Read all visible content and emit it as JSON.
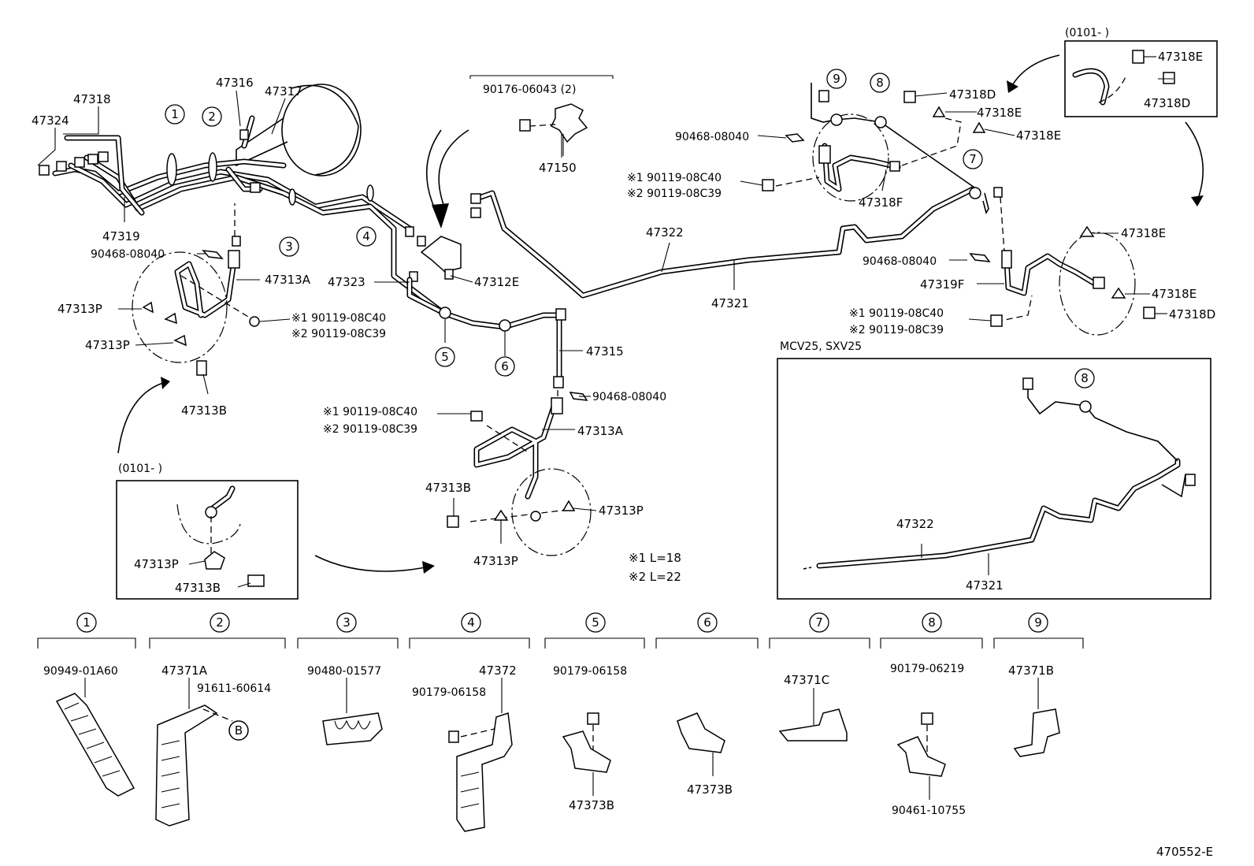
{
  "labels": {
    "p47318": "47318",
    "p47324": "47324",
    "p47316": "47316",
    "p47317": "47317",
    "p47319": "47319",
    "p90468_a": "90468-08040",
    "p47313A_a": "47313A",
    "p47313P_a": "47313P",
    "p47313P_b": "47313P",
    "s1_a": "※1 90119-08C40",
    "s2_a": "※2 90119-08C39",
    "p47313B_a": "47313B",
    "p47323": "47323",
    "p47312E": "47312E",
    "p90176": "90176-06043 (2)",
    "p47150": "47150",
    "p47315": "47315",
    "p90468_b": "90468-08040",
    "s1_b": "※1 90119-08C40",
    "s2_b": "※2 90119-08C39",
    "p47313A_b": "47313A",
    "p47313B_b": "47313B",
    "p47313P_c": "47313P",
    "p47313P_d": "47313P",
    "lnote1": "※1 L=18",
    "lnote2": "※2 L=22",
    "p47322": "47322",
    "p47321": "47321",
    "p90468_c": "90468-08040",
    "s1_c": "※1 90119-08C40",
    "s2_c": "※2 90119-08C39",
    "p47318F": "47318F",
    "p47318D_a": "47318D",
    "p47318E_a": "47318E",
    "p47318E_b": "47318E",
    "p90468_d": "90468-08040",
    "p47319F": "47319F",
    "s1_d": "※1 90119-08C40",
    "s2_d": "※2 90119-08C39",
    "p47318E_c": "47318E",
    "p47318E_d": "47318E",
    "p47318D_b": "47318D",
    "inset_tr_date": "(0101-        )",
    "inset_tr_e": "47318E",
    "inset_tr_d": "47318D",
    "inset_bl_date": "(0101-        )",
    "inset_bl_p": "47313P",
    "inset_bl_b": "47313B",
    "inset_model": "MCV25, SXV25",
    "inset_47322": "47322",
    "inset_47321": "47321",
    "clamp1_part": "90949-01A60",
    "clamp2_part": "47371A",
    "clamp2_bolt": "91611-60614",
    "clamp2_b": "B",
    "clamp3_part": "90480-01577",
    "clamp4_part": "47372",
    "clamp4_bolt": "90179-06158",
    "clamp5_bolt": "90179-06158",
    "clamp5_part": "47373B",
    "clamp6_part": "47373B",
    "clamp7_part": "47371C",
    "clamp8_bolt": "90179-06219",
    "clamp8_nut": "90461-10755",
    "clamp9_part": "47371B",
    "figure_id": "470552-E"
  },
  "callouts": [
    "1",
    "2",
    "3",
    "4",
    "5",
    "6",
    "7",
    "8",
    "9"
  ]
}
